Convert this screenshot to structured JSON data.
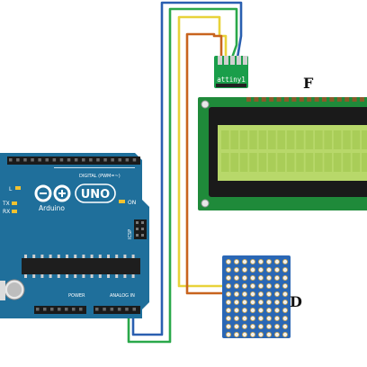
{
  "arduino": {
    "model": "UNO",
    "brand": "Arduino",
    "header_digital": "DIGITAL (PWM=~)",
    "header_analog": "ANALOG IN",
    "header_power": "POWER",
    "label_on": "ON",
    "label_tx": "TX",
    "label_rx": "RX",
    "label_l": "L",
    "label_icsp": "ICSP",
    "board_color": "#1f6f9b"
  },
  "attiny": {
    "label": "attiny1",
    "color": "#1a9e4a"
  },
  "lcd": {
    "letter": "F",
    "screen_color": "#b8d86a",
    "pcb_color": "#1f8a3a"
  },
  "protoboard": {
    "letter": "D",
    "color": "#2a67b5"
  },
  "wires": {
    "blue": "#2a5fb0",
    "green": "#2aa84a",
    "yellow": "#e8d23a",
    "orange": "#c8641e"
  }
}
